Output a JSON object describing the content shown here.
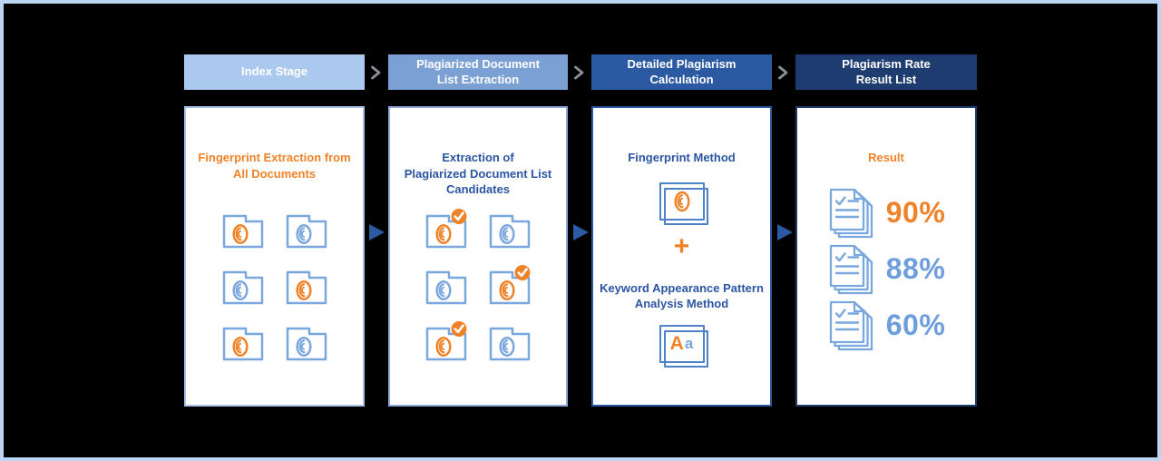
{
  "colors": {
    "orange": "#F08227",
    "light_blue": "#7AA7DD",
    "primary_blue": "#2B55A3",
    "header1_bg": "#ABC9EF",
    "header2_bg": "#7BA0D4",
    "header3_bg": "#2B5AA3",
    "header4_bg": "#1E3C70",
    "card_border": "#4D82C8",
    "flow_arrow_blue": "#2B5AA3",
    "chevron_gray": "#8B8F96",
    "frame_border": "#BCD5F4",
    "background": "#000000",
    "result_blue_text": "#6F9EDC"
  },
  "stages": [
    {
      "header": "Index Stage",
      "panel": {
        "title": "Fingerprint Extraction from\nAll Documents",
        "folders": [
          {
            "fingerprint": "orange",
            "checked": false
          },
          {
            "fingerprint": "blue",
            "checked": false
          },
          {
            "fingerprint": "blue",
            "checked": false
          },
          {
            "fingerprint": "orange",
            "checked": false
          },
          {
            "fingerprint": "orange",
            "checked": false
          },
          {
            "fingerprint": "blue",
            "checked": false
          }
        ]
      }
    },
    {
      "header": "Plagiarized Document\nList Extraction",
      "panel": {
        "title": "Extraction of\nPlagiarized Document List\nCandidates",
        "folders": [
          {
            "fingerprint": "orange",
            "checked": true
          },
          {
            "fingerprint": "blue",
            "checked": false
          },
          {
            "fingerprint": "blue",
            "checked": false
          },
          {
            "fingerprint": "orange",
            "checked": true
          },
          {
            "fingerprint": "orange",
            "checked": true
          },
          {
            "fingerprint": "blue",
            "checked": false
          }
        ]
      }
    },
    {
      "header": "Detailed Plagiarism\nCalculation",
      "panel": {
        "methods": [
          {
            "label": "Fingerprint Method",
            "icon": "fingerprint-card-icon"
          },
          {
            "label": "Keyword Appearance Pattern\nAnalysis Method",
            "icon": "keyword-aa-card-icon",
            "icon_letters": [
              "A",
              "a"
            ]
          }
        ],
        "plus_sign": "+"
      }
    },
    {
      "header": "Plagiarism Rate\nResult List",
      "panel": {
        "title": "Result",
        "results": [
          {
            "value": "90%",
            "color": "orange"
          },
          {
            "value": "88%",
            "color": "blue"
          },
          {
            "value": "60%",
            "color": "blue"
          }
        ]
      }
    }
  ]
}
